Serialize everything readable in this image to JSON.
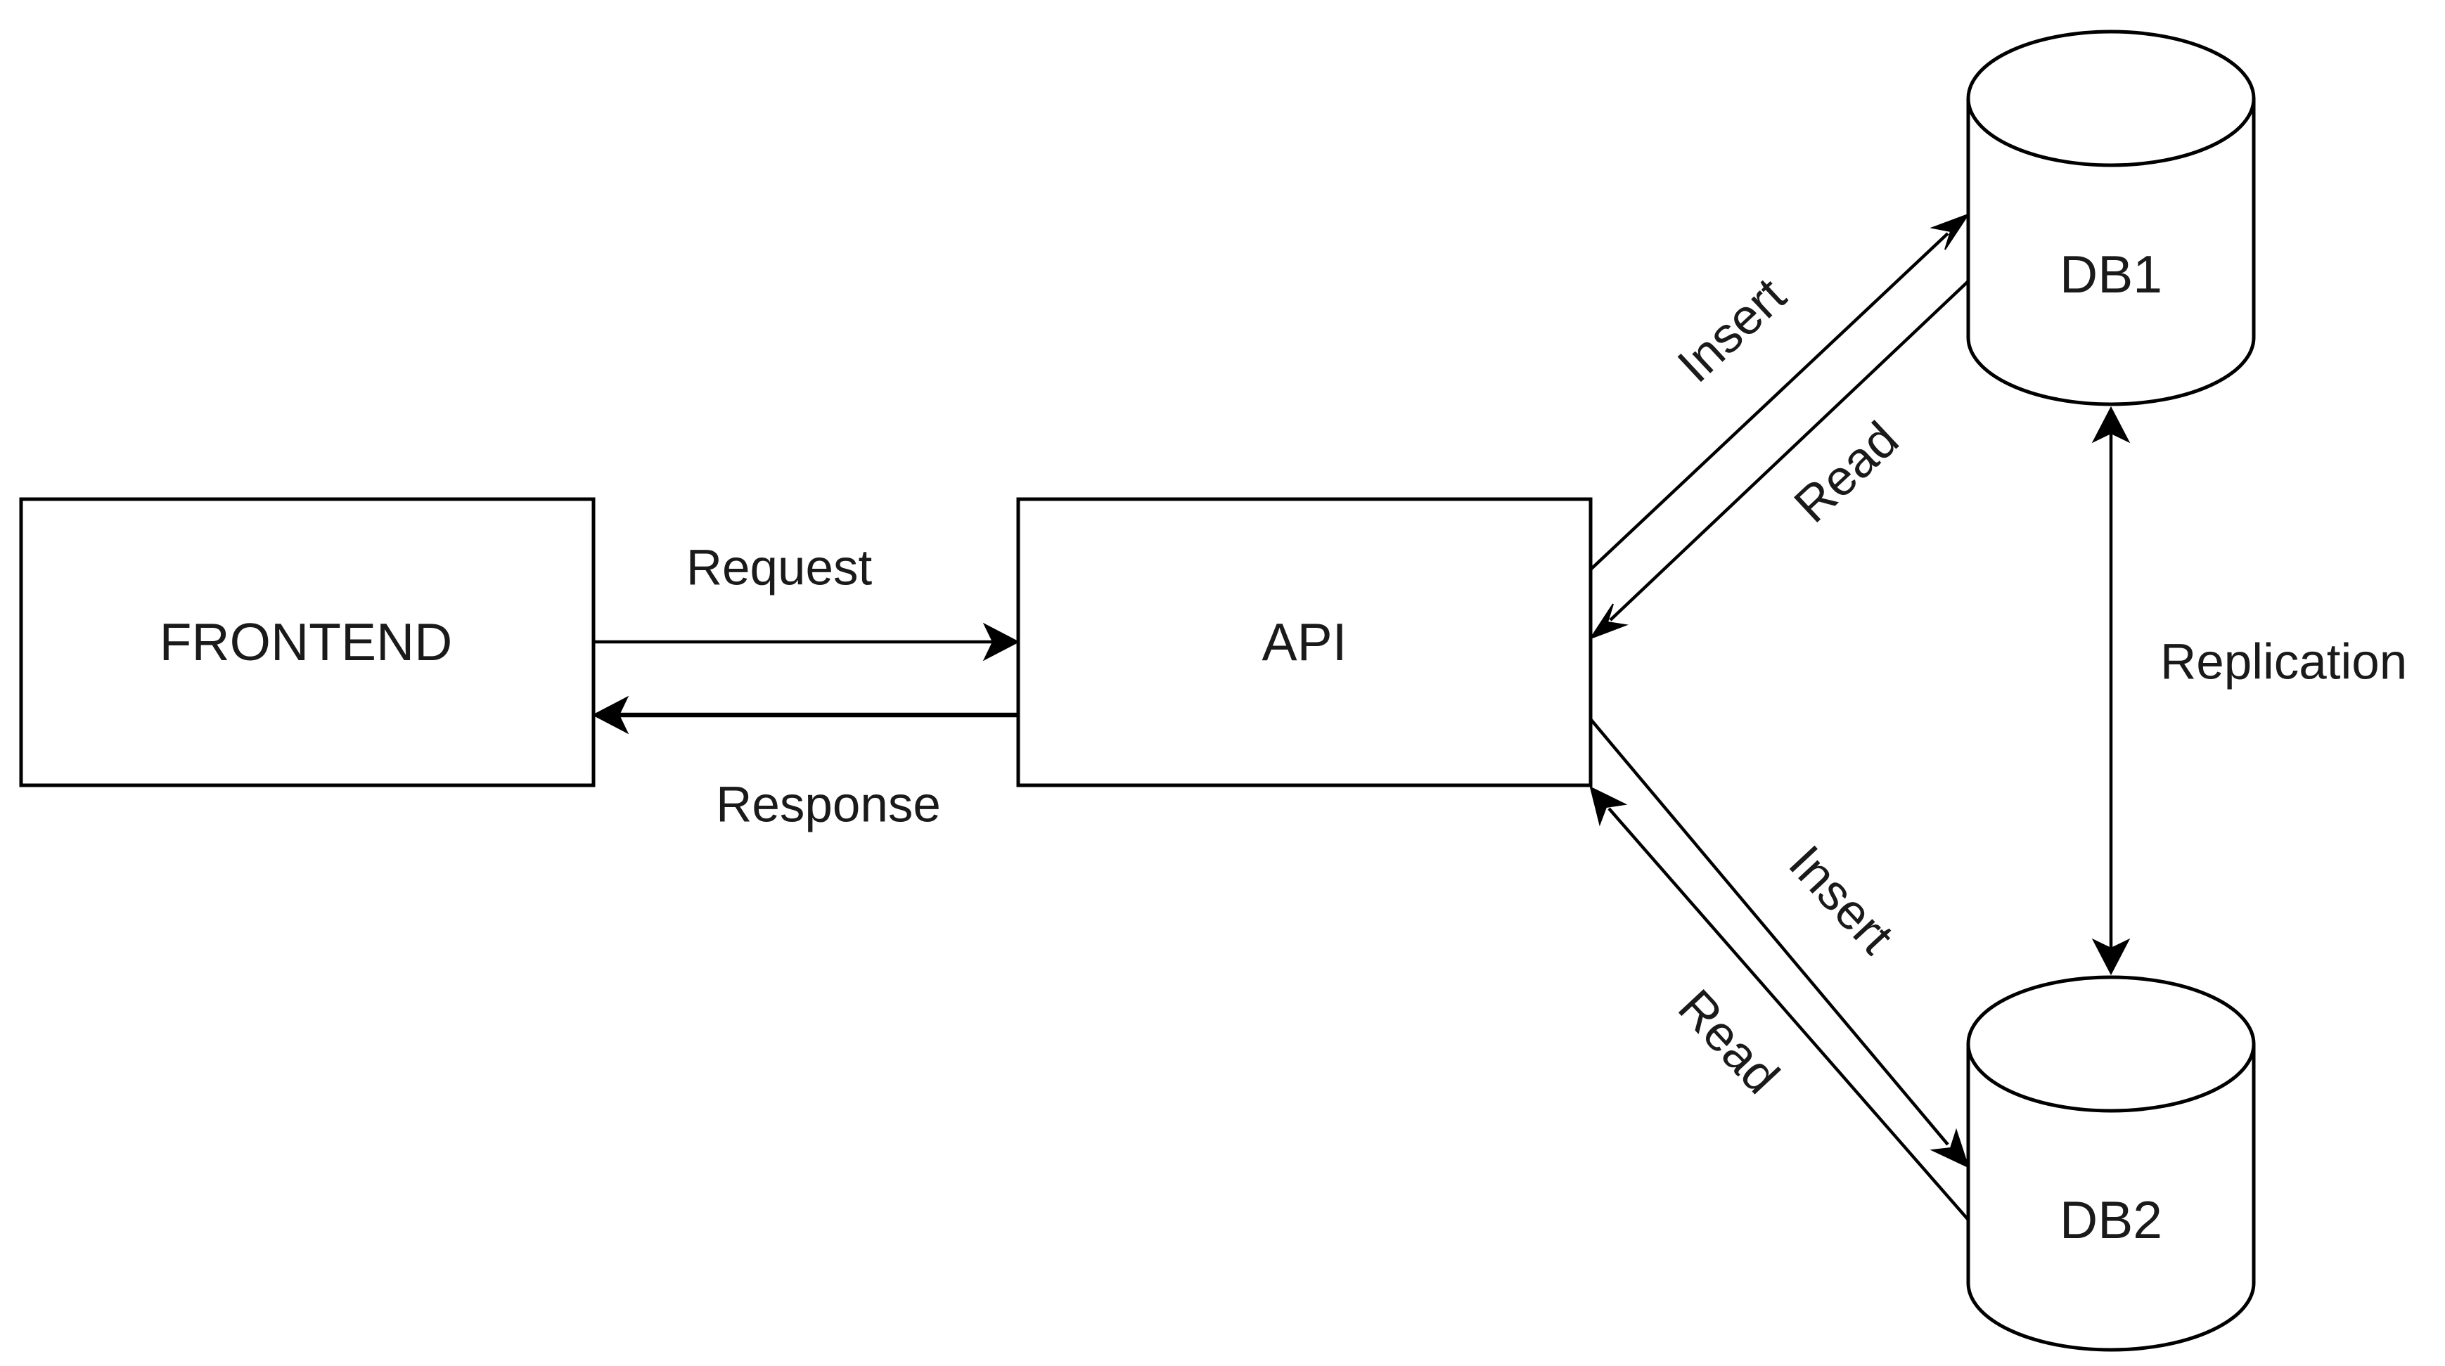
{
  "nodes": {
    "frontend": {
      "label": "FRONTEND"
    },
    "api": {
      "label": "API"
    },
    "db1": {
      "label": "DB1"
    },
    "db2": {
      "label": "DB2"
    }
  },
  "edges": {
    "request": {
      "label": "Request"
    },
    "response": {
      "label": "Response"
    },
    "db1_insert": {
      "label": "Insert"
    },
    "db1_read": {
      "label": "Read"
    },
    "db2_insert": {
      "label": "Insert"
    },
    "db2_read": {
      "label": "Read"
    },
    "replication": {
      "label": "Replication"
    }
  },
  "colors": {
    "stroke": "#000000",
    "fill": "#ffffff",
    "text": "#1a1a1a"
  }
}
